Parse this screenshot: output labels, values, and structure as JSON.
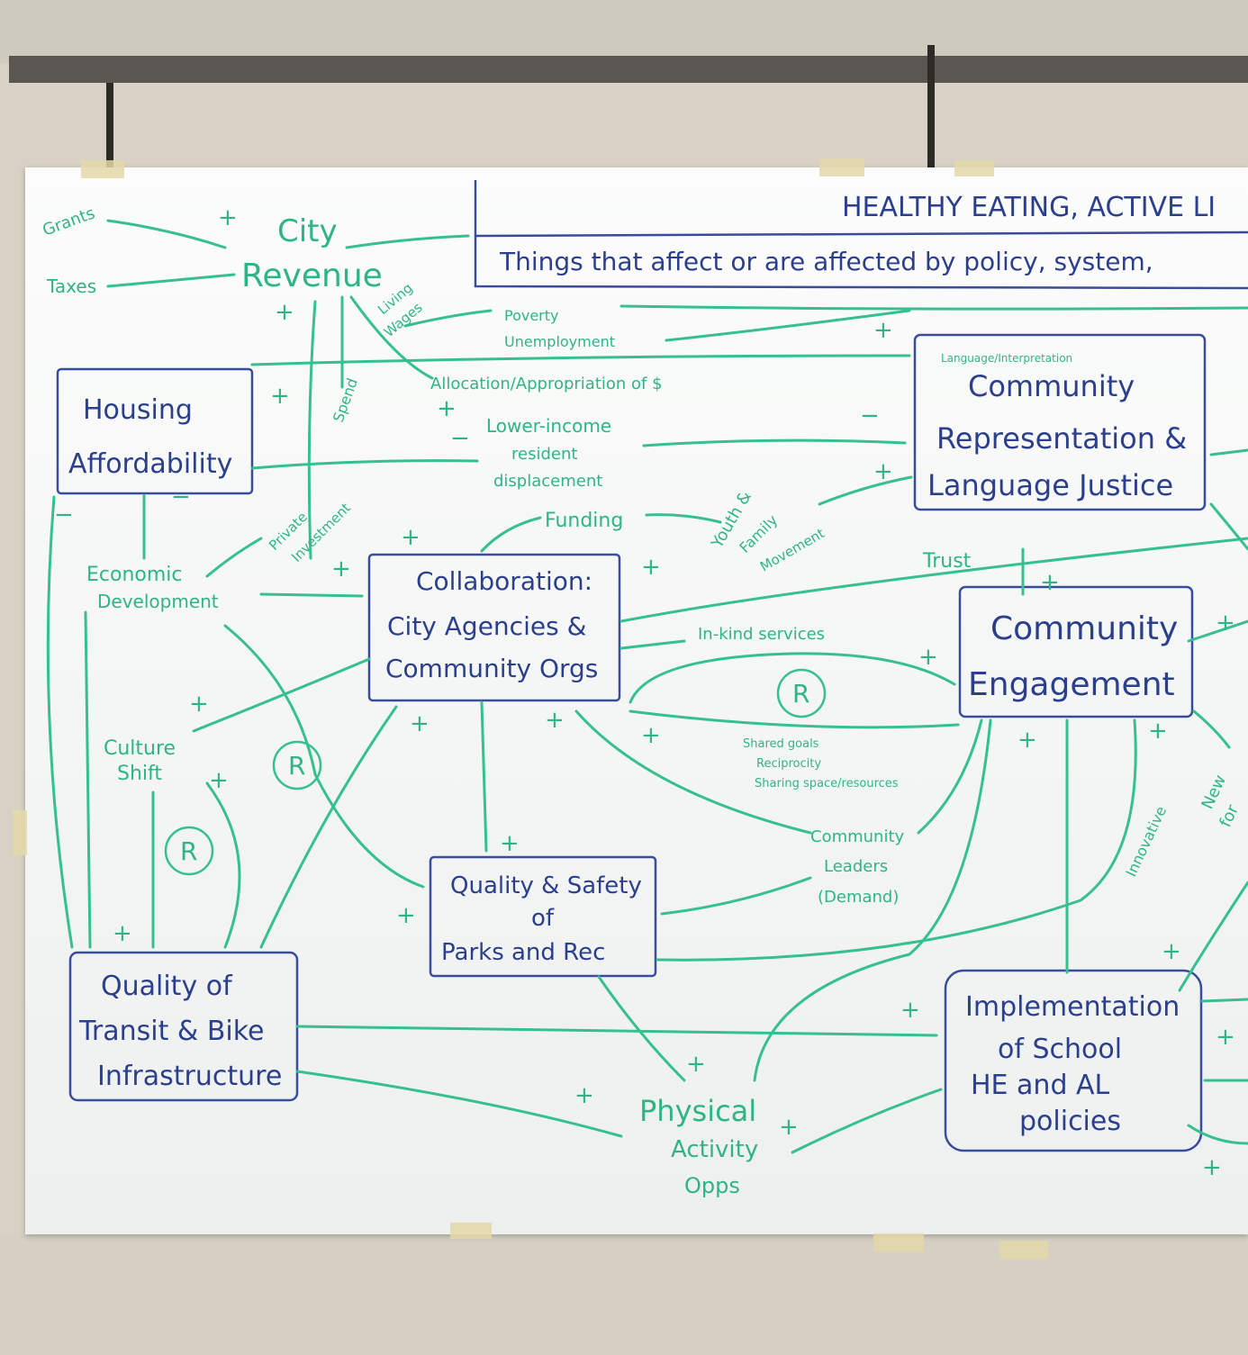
{
  "title": "HEALTHY EATING, ACTIVE LI",
  "subtitle": "Things that affect or are affected by policy, system,",
  "nodes": {
    "housing": [
      "Housing",
      "Affordability"
    ],
    "quality_transit": [
      "Quality of",
      "Transit & Bike",
      "Infrastructure"
    ],
    "collaboration": [
      "Collaboration:",
      "City Agencies &",
      "Community Orgs"
    ],
    "quality_parks": [
      "Quality & Safety",
      "of",
      "Parks and Rec"
    ],
    "community_rep": [
      "Community",
      "Representation &",
      "Language Justice"
    ],
    "community_engagement": [
      "Community",
      "Engagement"
    ],
    "implementation": [
      "Implementation",
      "of School",
      "HE and AL",
      "policies"
    ]
  },
  "labels": {
    "city_revenue": [
      "City",
      "Revenue"
    ],
    "grants": "Grants",
    "taxes": "Taxes",
    "living_wages": [
      "Living",
      "Wages"
    ],
    "spend": "Spend",
    "poverty": "Poverty",
    "unemployment": "Unemployment",
    "allocation": "Allocation/Appropriation of $",
    "lower_income": [
      "Lower-income",
      "resident",
      "displacement"
    ],
    "private_investment": [
      "Private",
      "Investment"
    ],
    "funding": "Funding",
    "youth_family": [
      "Youth &",
      "Family",
      "Movement"
    ],
    "trust": "Trust",
    "economic_development": [
      "Economic",
      "Development"
    ],
    "in_kind": "In-kind services",
    "culture_shift": [
      "Culture",
      "Shift"
    ],
    "reinforcing": "R",
    "shared_goals": [
      "Shared goals",
      "Reciprocity",
      "Sharing space/resources"
    ],
    "community_leaders": [
      "Community",
      "Leaders",
      "(Demand)"
    ],
    "physical_activity": [
      "Physical",
      "Activity",
      "Opps"
    ],
    "language": "Language/Interpretation",
    "innovative": "Innovative",
    "new_for": [
      "New",
      "for"
    ],
    "plus": "+",
    "minus": "−"
  },
  "colors": {
    "wall": "#d8d2c6",
    "frame": "#2a2a2a",
    "paper": "#f7f9f8",
    "marker_green": "#36c08e",
    "marker_blue": "#2b3f8c"
  }
}
